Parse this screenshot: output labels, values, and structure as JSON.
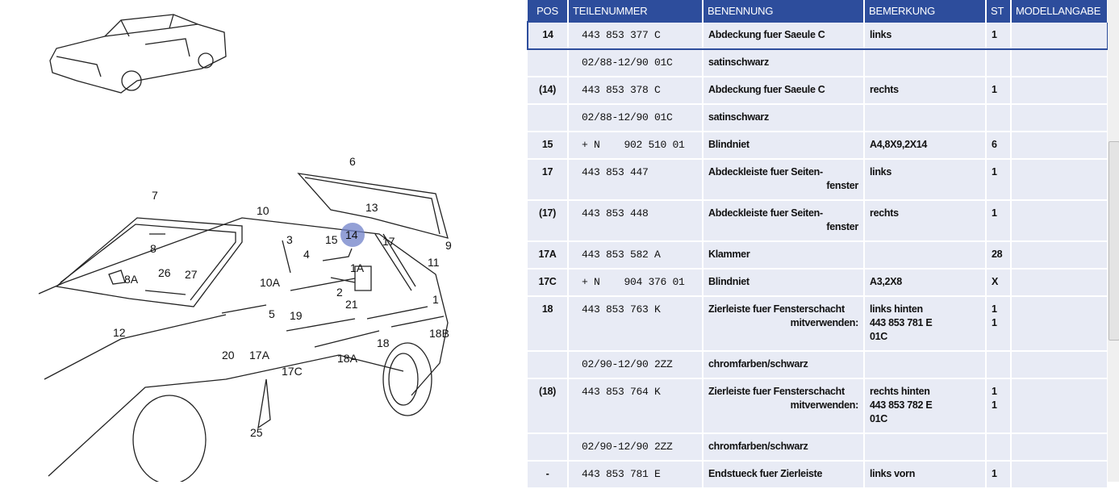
{
  "diagram": {
    "highlighted_label": "14",
    "labels": [
      "6",
      "7",
      "10",
      "13",
      "14",
      "15",
      "17",
      "9",
      "3",
      "4",
      "1A",
      "11",
      "26",
      "27",
      "8",
      "8A",
      "10A",
      "2",
      "21",
      "1",
      "5",
      "19",
      "12",
      "18B",
      "20",
      "17A",
      "18",
      "18A",
      "17C",
      "25"
    ]
  },
  "table": {
    "headers": [
      "POS",
      "TEILENUMMER",
      "BENENNUNG",
      "BEMERKUNG",
      "ST",
      "MODELLANGABE"
    ],
    "rows": [
      {
        "pos": "14",
        "num": "443 853 377 C",
        "name": "Abdeckung fuer Saeule C",
        "remark": "links",
        "st": "1",
        "model": "",
        "selected": true
      },
      {
        "pos": "",
        "num": "02/88-12/90 01C",
        "name": "satinschwarz",
        "remark": "",
        "st": "",
        "model": ""
      },
      {
        "pos": "(14)",
        "num": "443 853 378 C",
        "name": "Abdeckung fuer Saeule C",
        "remark": "rechts",
        "st": "1",
        "model": ""
      },
      {
        "pos": "",
        "num": "02/88-12/90 01C",
        "name": "satinschwarz",
        "remark": "",
        "st": "",
        "model": ""
      },
      {
        "pos": "15",
        "num": "+ N    902 510 01",
        "name": "Blindniet",
        "remark": "A4,8X9,2X14",
        "st": "6",
        "model": ""
      },
      {
        "pos": "17",
        "num": "443 853 447",
        "name": "Abdeckleiste fuer Seiten-",
        "name2": "fenster",
        "remark": "links",
        "st": "1",
        "model": ""
      },
      {
        "pos": "(17)",
        "num": "443 853 448",
        "name": "Abdeckleiste fuer Seiten-",
        "name2": "fenster",
        "remark": "rechts",
        "st": "1",
        "model": ""
      },
      {
        "pos": "17A",
        "num": "443 853 582 A",
        "name": "Klammer",
        "remark": "",
        "st": "28",
        "model": ""
      },
      {
        "pos": "17C",
        "num": "+ N    904 376 01",
        "name": "Blindniet",
        "remark": "A3,2X8",
        "st": "X",
        "model": ""
      },
      {
        "pos": "18",
        "num": "443 853 763 K",
        "name": "Zierleiste fuer Fensterschacht",
        "name2": "mitverwenden:",
        "remark": "links hinten",
        "remark2": "443 853 781 E",
        "remark3": "01C",
        "st": "1",
        "st2": "1",
        "model": ""
      },
      {
        "pos": "",
        "num": "02/90-12/90 2ZZ",
        "name": "chromfarben/schwarz",
        "remark": "",
        "st": "",
        "model": ""
      },
      {
        "pos": "(18)",
        "num": "443 853 764 K",
        "name": "Zierleiste fuer Fensterschacht",
        "name2": "mitverwenden:",
        "remark": "rechts hinten",
        "remark2": "443 853 782 E",
        "remark3": "01C",
        "st": "1",
        "st2": "1",
        "model": ""
      },
      {
        "pos": "",
        "num": "02/90-12/90 2ZZ",
        "name": "chromfarben/schwarz",
        "remark": "",
        "st": "",
        "model": ""
      },
      {
        "pos": "-",
        "num": "443 853 781 E",
        "name": "Endstueck fuer Zierleiste",
        "remark": "links vorn",
        "st": "1",
        "model": ""
      }
    ]
  }
}
